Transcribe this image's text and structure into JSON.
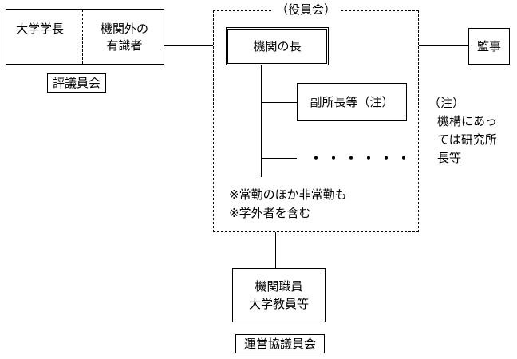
{
  "council": {
    "left_cell": "大学学長",
    "right_line1": "機関外の",
    "right_line2": "有識者",
    "label": "評議員会"
  },
  "board": {
    "title": "（役員会）",
    "head": "機関の長",
    "deputy": "副所長等（注）",
    "dots": "・・・・・・",
    "note_line1": "※常勤のほか非常勤も",
    "note_line2": "※学外者を含む"
  },
  "auditor": "監事",
  "footnote": {
    "line1": "（注）",
    "line2": "機構にあっ",
    "line3": "ては研究所",
    "line4": "長等"
  },
  "steering": {
    "line1": "機関職員",
    "line2": "大学教員等",
    "label": "運営協議員会"
  }
}
